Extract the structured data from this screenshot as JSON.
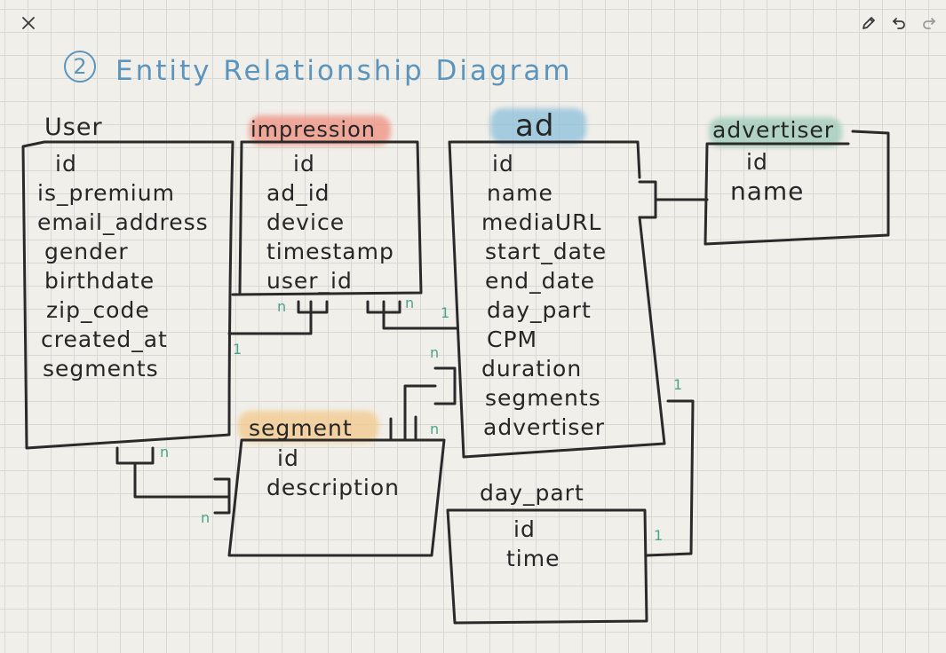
{
  "toolbar": {
    "close_icon": "close-icon",
    "pencil_icon": "pencil-icon",
    "undo_icon": "undo-icon",
    "redo_icon": "redo-icon"
  },
  "diagram": {
    "number": "2",
    "title": "Entity Relationship Diagram"
  },
  "entities": {
    "user": {
      "title": "User",
      "fields": [
        "id",
        "is_premium",
        "email_address",
        "gender",
        "birthdate",
        "zip_code",
        "created_at",
        "segments"
      ]
    },
    "impression": {
      "title": "impression",
      "highlight": "#ef8f80",
      "fields": [
        "id",
        "ad_id",
        "device",
        "timestamp",
        "user_id"
      ]
    },
    "ad": {
      "title": "ad",
      "highlight": "#8cbfdc",
      "fields": [
        "id",
        "name",
        "mediaURL",
        "start_date",
        "end_date",
        "day_part",
        "CPM",
        "duration",
        "segments",
        "advertiser"
      ]
    },
    "advertiser": {
      "title": "advertiser",
      "highlight": "#9ccab8",
      "fields": [
        "id",
        "name"
      ]
    },
    "segment": {
      "title": "segment",
      "highlight": "#f3c98a",
      "fields": [
        "id",
        "description"
      ]
    },
    "day_part": {
      "title": "day_part",
      "fields": [
        "id",
        "time"
      ]
    }
  },
  "cardinality": {
    "many": "n",
    "one": "1"
  }
}
